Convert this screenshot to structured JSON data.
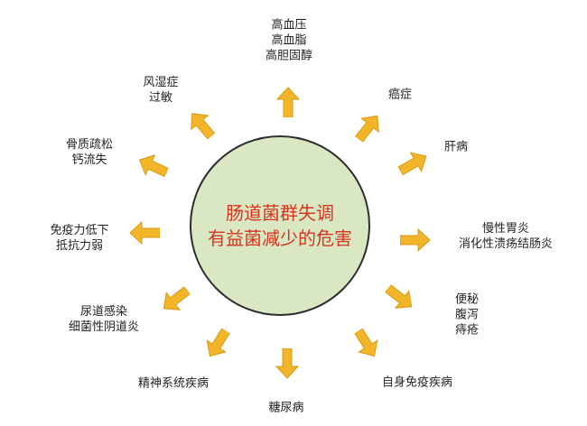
{
  "center": {
    "line1": "肠道菌群失调",
    "line2": "有益菌减少的危害"
  },
  "nodes": [
    {
      "id": "top",
      "lines": [
        "高血压",
        "高血脂",
        "高胆固醇"
      ]
    },
    {
      "id": "cancer",
      "lines": [
        "癌症"
      ]
    },
    {
      "id": "liver",
      "lines": [
        "肝病"
      ]
    },
    {
      "id": "gastro",
      "lines": [
        "慢性胃炎",
        "消化性溃疡结肠炎"
      ]
    },
    {
      "id": "bowel",
      "lines": [
        "便秘",
        "腹泻",
        "痔疮"
      ]
    },
    {
      "id": "autoimmune",
      "lines": [
        "自身免疫疾病"
      ]
    },
    {
      "id": "diabetes",
      "lines": [
        "糖尿病"
      ]
    },
    {
      "id": "mental",
      "lines": [
        "精神系统疾病"
      ]
    },
    {
      "id": "urinary",
      "lines": [
        "尿道感染",
        "细菌性阴道炎"
      ]
    },
    {
      "id": "immunity",
      "lines": [
        "免疫力低下",
        "抵抗力弱"
      ]
    },
    {
      "id": "bone",
      "lines": [
        "骨质疏松",
        "钙流失"
      ]
    },
    {
      "id": "allergy",
      "lines": [
        "风湿症",
        "过敏"
      ]
    }
  ],
  "colors": {
    "circle_fill": "#d9e7c3",
    "center_text": "#d8341f",
    "arrow": "#f2b52a",
    "arrow_outline": "#d99a10"
  }
}
